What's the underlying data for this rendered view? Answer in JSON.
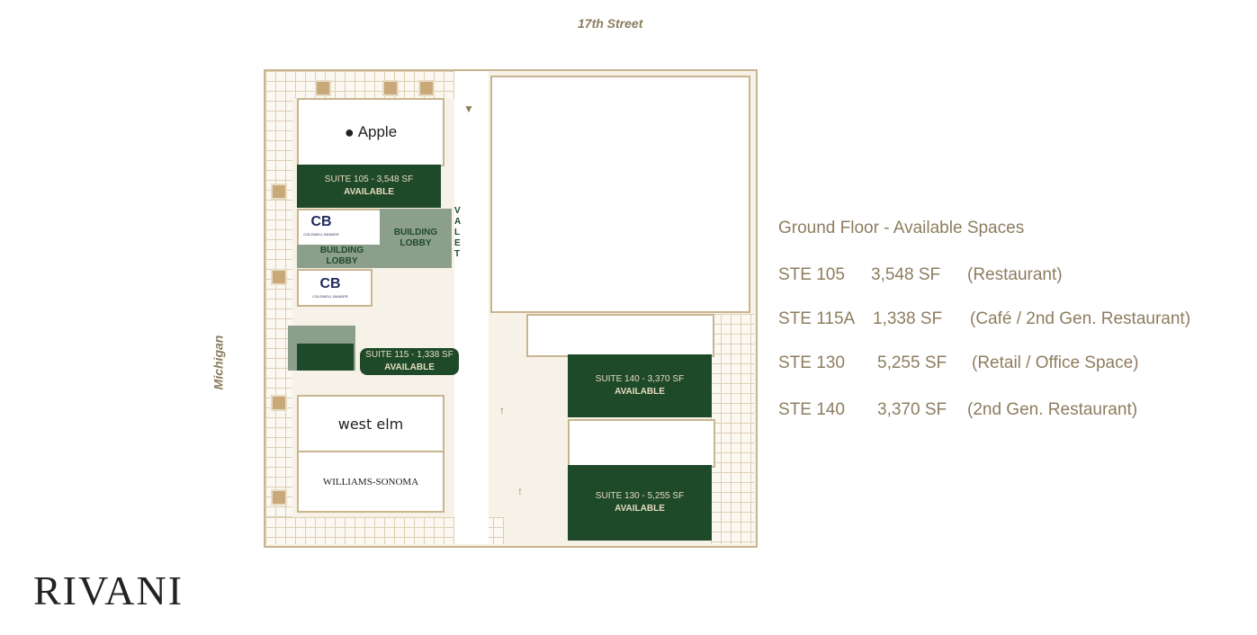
{
  "map": {
    "streets": {
      "north": "17th Street",
      "west": "Michigan"
    },
    "tenants": {
      "apple": "Apple",
      "west_elm": "west elm",
      "williams_sonoma": "WILLIAMS-SONOMA",
      "coldwell_banker": "COLDWELL BANKER",
      "cb_mark": "CB"
    },
    "lobbies": [
      "BUILDING LOBBY",
      "BUILDING LOBBY"
    ],
    "valet": "VALET",
    "suites": [
      {
        "label": "SUITE 105 - 3,548 SF",
        "status": "AVAILABLE"
      },
      {
        "label": "SUITE 115 - 1,338 SF",
        "status": "AVAILABLE"
      },
      {
        "label": "SUITE 140 - 3,370 SF",
        "status": "AVAILABLE"
      },
      {
        "label": "SUITE 130 - 5,255 SF",
        "status": "AVAILABLE"
      }
    ],
    "colors": {
      "available": "#1f4a2a",
      "lobby": "#8c9f8a",
      "text": "#8d7d5f"
    }
  },
  "legend": {
    "title": "Ground Floor - Available Spaces",
    "rows": [
      {
        "suite": "STE 105",
        "area": "3,548 SF",
        "use": "(Restaurant)"
      },
      {
        "suite": "STE 115A",
        "area": "1,338 SF",
        "use": "(Café / 2nd Gen. Restaurant)"
      },
      {
        "suite": "STE 130",
        "area": "5,255 SF",
        "use": "(Retail / Office Space)"
      },
      {
        "suite": "STE 140",
        "area": "3,370 SF",
        "use": "(2nd Gen. Restaurant)"
      }
    ]
  },
  "brand": "RIVANI"
}
